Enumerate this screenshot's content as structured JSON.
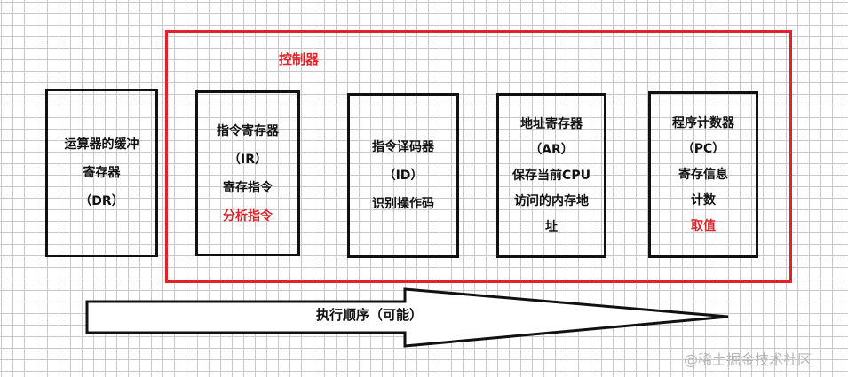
{
  "diagram": {
    "controller": {
      "label": "控制器",
      "border_color": "#e0232b"
    },
    "registers": [
      {
        "id": "dr",
        "lines": [
          {
            "text": "运算器的缓冲"
          },
          {
            "text": "寄存器"
          },
          {
            "text": "（DR）"
          }
        ]
      },
      {
        "id": "ir",
        "lines": [
          {
            "text": "指令寄存器"
          },
          {
            "text": "（IR）"
          },
          {
            "text": "寄存指令"
          },
          {
            "text": "分析指令",
            "highlight": true
          }
        ]
      },
      {
        "id": "id",
        "lines": [
          {
            "text": "指令译码器"
          },
          {
            "text": "（ID）"
          },
          {
            "text": "识别操作码"
          }
        ]
      },
      {
        "id": "ar",
        "lines": [
          {
            "text": "地址寄存器"
          },
          {
            "text": "（AR）"
          },
          {
            "text": "保存当前CPU"
          },
          {
            "text": "访问的内存地"
          },
          {
            "text": "址"
          }
        ]
      },
      {
        "id": "pc",
        "lines": [
          {
            "text": "程序计数器"
          },
          {
            "text": "（PC）"
          },
          {
            "text": "寄存信息"
          },
          {
            "text": "计数"
          },
          {
            "text": "取值",
            "highlight": true
          }
        ]
      }
    ],
    "arrow": {
      "label": "执行顺序（可能）"
    },
    "highlight_color": "#e0232b"
  },
  "watermark": "@稀土掘金技术社区"
}
